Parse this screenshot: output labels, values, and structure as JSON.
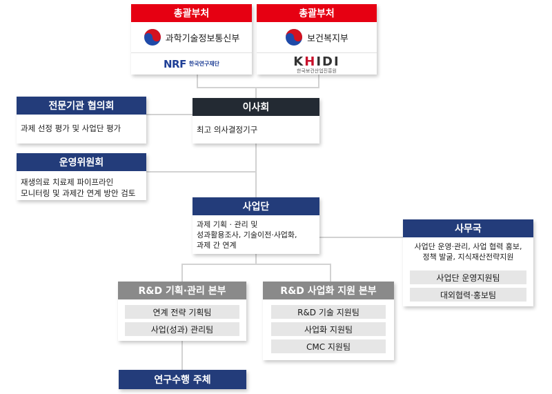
{
  "top": {
    "left": {
      "header": "총괄부처",
      "ministry": "과학기술정보통신부",
      "agency_logo": "NRF",
      "agency_name": "한국연구재단"
    },
    "right": {
      "header": "총괄부처",
      "ministry": "보건복지부",
      "agency_logo": "KHIDI",
      "agency_name": "한국보건산업진흥원"
    }
  },
  "expert_council": {
    "header": "전문기관 협의회",
    "body": "과제 선정 평가 및 사업단 평가"
  },
  "board": {
    "header": "이사회",
    "body": "최고 의사결정기구"
  },
  "steering": {
    "header": "운영위원회",
    "body_line1": "재생의료 치료제 파이프라인",
    "body_line2": "모니터링 및 과제간 연계 방안 검토"
  },
  "project_group": {
    "header": "사업단",
    "body_line1": "과제 기획 · 관리 및",
    "body_line2": "성과활용조사,  기술이전·사업화,",
    "body_line3": "과제 간 연계"
  },
  "secretariat": {
    "header": "사무국",
    "body_line1": "사업단 운영·관리, 사업 협력 홍보,",
    "body_line2": "정책 발굴, 지식재산전략지원",
    "teams": [
      "사업단 운영지원팀",
      "대외협력·홍보팀"
    ]
  },
  "rnd_planning": {
    "header": "R&D 기획·관리 본부",
    "teams": [
      "연계 전략 기획팀",
      "사업(성과) 관리팀"
    ]
  },
  "rnd_commercial": {
    "header": "R&D 사업화 지원 본부",
    "teams": [
      "R&D 기술 지원팀",
      "사업화 지원팀",
      "CMC 지원팀"
    ]
  },
  "research": {
    "label": "연구수행 주체"
  },
  "colors": {
    "red": "#e60012",
    "navy": "#233c7a",
    "dark": "#232a33",
    "gray": "#8a8a8a"
  }
}
